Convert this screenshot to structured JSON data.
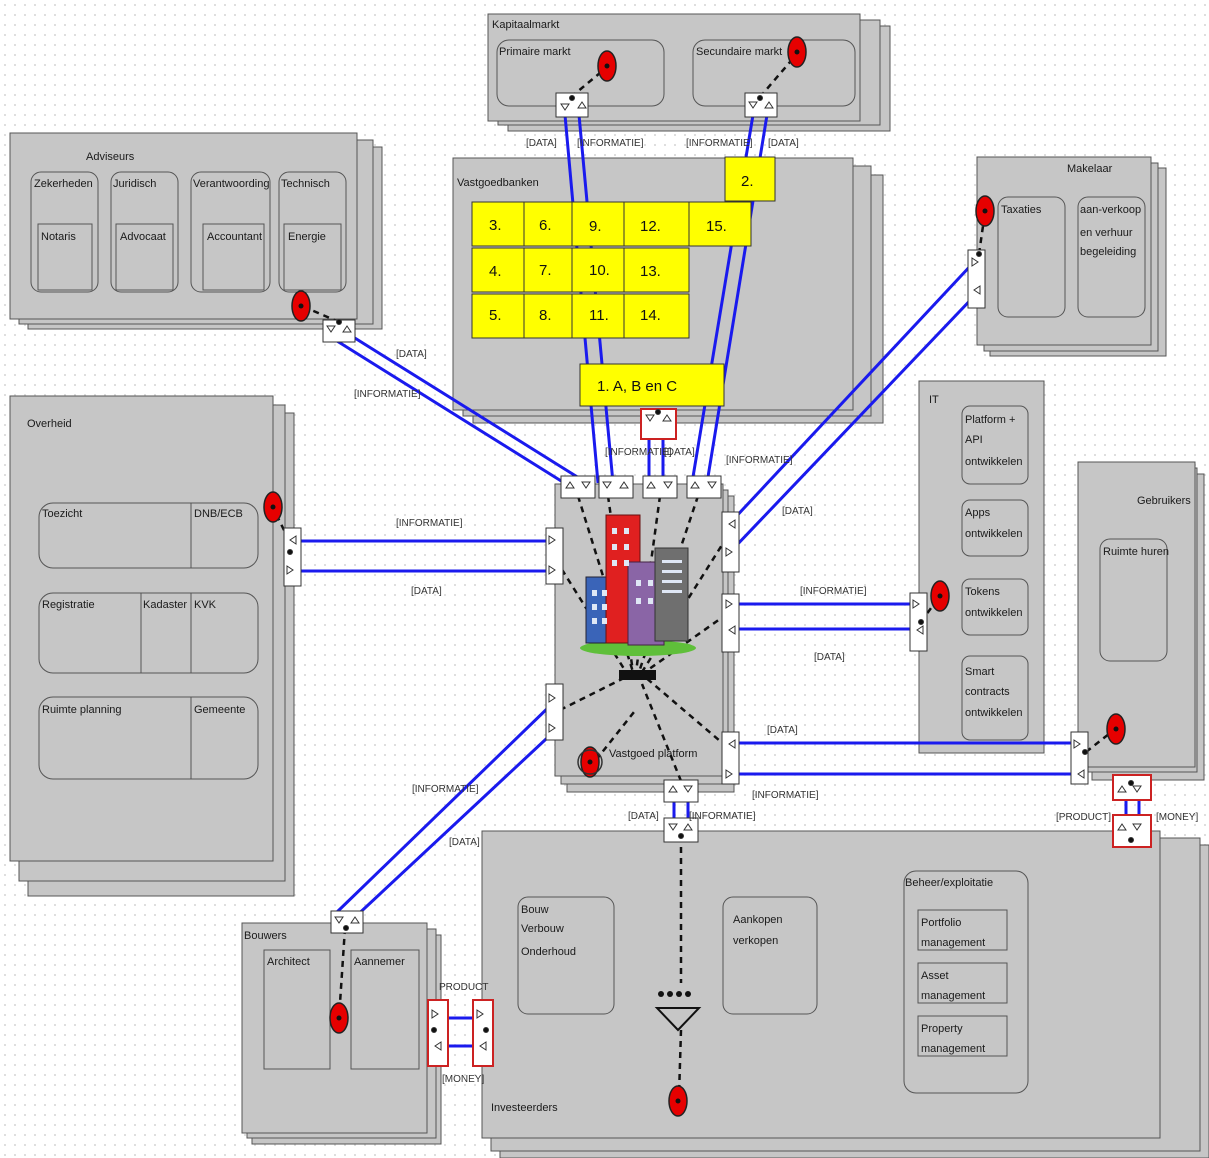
{
  "kapitaalmarkt": {
    "title": "Kapitaalmarkt",
    "primaire": "Primaire markt",
    "secundaire": "Secundaire markt",
    "label_data_left": "[DATA]",
    "label_info_left": "[INFORMATIE]",
    "label_info_right": "[INFORMATIE]",
    "label_data_right": "[DATA]"
  },
  "adviseurs": {
    "title": "Adviseurs",
    "zekerheden": "Zekerheden",
    "notaris": "Notaris",
    "juridisch": "Juridisch",
    "advocaat": "Advocaat",
    "verantwoording": "Verantwoording",
    "accountant": "Accountant",
    "technisch": "Technisch",
    "energie": "Energie"
  },
  "vastgoedbanken": {
    "title": "Vastgoedbanken",
    "cells": [
      "3.",
      "6.",
      "9.",
      "12.",
      "15.",
      "4.",
      "7.",
      "10.",
      "13.",
      "5.",
      "8.",
      "11.",
      "14."
    ],
    "cell_2": "2.",
    "cell_1abc": "1. A, B en C"
  },
  "makelaar": {
    "title": "Makelaar",
    "taxaties": "Taxaties",
    "aanverkoop": [
      "aan-verkoop",
      "en verhuur",
      "begeleiding"
    ]
  },
  "overheid": {
    "title": "Overheid",
    "toezicht": "Toezicht",
    "dnb": "DNB/ECB",
    "registratie": "Registratie",
    "kadaster": "Kadaster",
    "kvk": "KVK",
    "ruimte": "Ruimte planning",
    "gemeente": "Gemeente"
  },
  "it": {
    "title": "IT",
    "platform": [
      "Platform +",
      "API",
      "ontwikkelen"
    ],
    "apps": [
      "Apps",
      "ontwikkelen"
    ],
    "tokens": [
      "Tokens",
      "ontwikkelen"
    ],
    "smart": [
      "Smart",
      "contracts",
      "ontwikkelen"
    ]
  },
  "gebruikers": {
    "title": "Gebruikers",
    "ruimte_huren": "Ruimte huren"
  },
  "platform": {
    "title": "Vastgoed platform"
  },
  "bouwers": {
    "title": "Bouwers",
    "architect": "Architect",
    "aannemer": "Aannemer"
  },
  "investeerders": {
    "title": "Investeerders",
    "bouw": [
      "Bouw",
      "Verbouw",
      "Onderhoud"
    ],
    "aankopen": [
      "Aankopen",
      "verkopen"
    ],
    "beheer_title": "Beheer/exploitatie",
    "portfolio": [
      "Portfolio",
      "management"
    ],
    "asset": [
      "Asset",
      "management"
    ],
    "property": [
      "Property",
      "management"
    ]
  },
  "flow_labels": {
    "data": "[DATA]",
    "informatie": "[INFORMATIE]",
    "product": "PRODUCT",
    "product_br": "[PRODUCT]",
    "money": "[MONEY]",
    "money_nb": "MONEY]"
  },
  "colors": {
    "box_fill": "#c6c6c6",
    "box_stroke": "#555555",
    "connector_blue": "#1a1aee",
    "yellow": "#ffff00",
    "red_dot": "#e60000"
  }
}
